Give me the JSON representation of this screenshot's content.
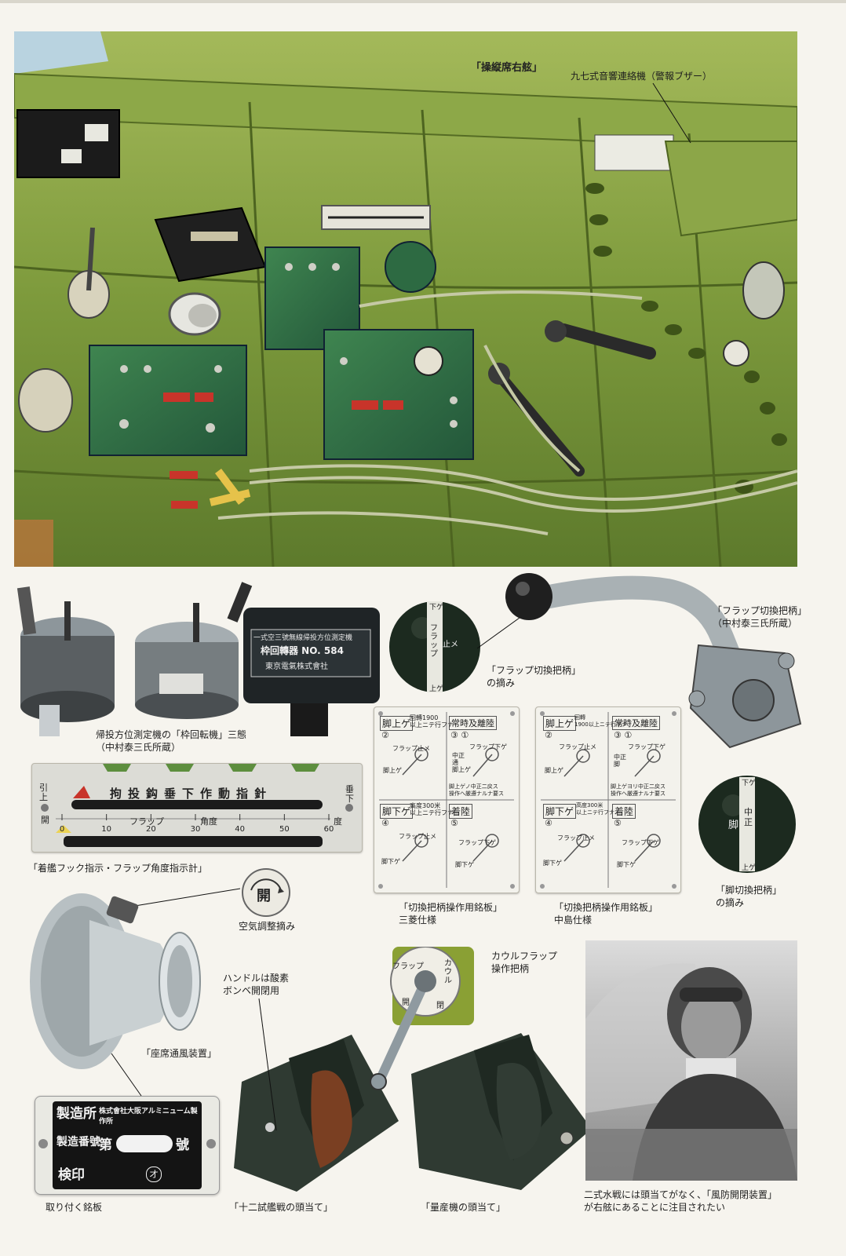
{
  "page": {
    "title": "「操縦席右舷」",
    "buzzer_label": "九七式音響連絡機（警報ブザー）"
  },
  "captions": {
    "rotator": "帰投方位測定機の「枠回転機」三態\n（中村泰三氏所蔵）",
    "rotator_plate_line1": "一式空三號無線帰投方位測定機",
    "rotator_plate_line2": "枠回轉器 NO. 584",
    "rotator_plate_line3": "東京電氣株式會社",
    "flap_knob": "「フラップ切換把柄」\nの摘み",
    "flap_lever": "「フラップ切換把柄」\n（中村泰三氏所蔵）",
    "hook_gauge": "「着艦フック指示・フラップ角度指示計」",
    "mitsubishi_plate": "「切換把柄操作用銘板」\n三菱仕様",
    "nakajima_plate": "「切換把柄操作用銘板」\n中島仕様",
    "leg_knob": "「脚切換把柄」\nの摘み",
    "air_knob": "空気調整摘み",
    "air_knob_char": "開",
    "ventilator": "「座席通風装置」",
    "oxygen_handle": "ハンドルは酸素\nボンベ開閉用",
    "cowl_flap": "カウルフラップ\n操作把柄",
    "maker_plate": "取り付く銘板",
    "headrest_12": "「十二試艦戦の頭当て」",
    "headrest_prod": "「量産機の頭当て」",
    "photo_note": "二式水戦には頭当てがなく、「風防開閉装置」\nが右舷にあることに注目されたい"
  },
  "flap_knob_text": {
    "top": "下ゲ",
    "mid": "フラップ",
    "stop": "止メ",
    "bottom": "上ゲ"
  },
  "leg_knob_text": {
    "top": "下ゲ",
    "mid": "脚",
    "stop": "中正",
    "bottom": "上ゲ"
  },
  "hook_gauge": {
    "left_top": "引上",
    "left_bottom": "開",
    "title": "拘投鈎垂下作動指針",
    "right": "垂下",
    "ticks": [
      "0",
      "10",
      "20",
      "30",
      "40",
      "50",
      "60"
    ],
    "mid_labels": [
      "フラップ",
      "角度"
    ],
    "unit": "度"
  },
  "mitsubishi_plate": {
    "cells": [
      {
        "head": "脚上ゲ",
        "num": "②",
        "note": "回轉1900\n以上ニテ行フナ",
        "a": "フラップ止メ",
        "b": "脚上ゲ"
      },
      {
        "head": "常時及離陸",
        "num": "③ ①",
        "note": "",
        "a": "フラップ下ゲ",
        "b": "中正\n通\n脚上ゲ"
      },
      {
        "head": "脚下ゲ",
        "num": "④",
        "note": "高度300米\n以上ニテ行フナ",
        "a": "フラップ止メ",
        "b": "脚下ゲ"
      },
      {
        "head": "着陸",
        "num": "⑤",
        "note": "",
        "a": "フラップ下ゲ",
        "b": "脚下ゲ"
      }
    ],
    "foot": "脚上ゲノ中正二戻ス\n操作ヘ厳遵ナルナ要ス"
  },
  "nakajima_plate": {
    "cells": [
      {
        "head": "脚上ゲ",
        "num": "②",
        "note": "回轉\n1900以上ニテ行フナ",
        "a": "フラップ止メ",
        "b": "脚上ゲ"
      },
      {
        "head": "常時及離陸",
        "num": "③ ①",
        "note": "",
        "a": "フラップ下ゲ",
        "b": "中正\n脚"
      },
      {
        "head": "脚下ゲ",
        "num": "④",
        "note": "高度300米\n以上ニテ行フナ",
        "a": "フラップ止メ",
        "b": "脚下ゲ"
      },
      {
        "head": "着陸",
        "num": "⑤",
        "note": "",
        "a": "フラップ下ゲ",
        "b": "脚下ゲ"
      }
    ],
    "foot": "脚上ゲヨリ中正二戻ス\n操作ヘ厳遵ナルナ要ス"
  },
  "cowl_dial": {
    "left": "フラップ",
    "right": "カウル",
    "bottom_left": "開",
    "bottom_right": "閉"
  },
  "maker_plate": {
    "r1_label": "製造所",
    "r1_value": "株式會社大阪アルミニューム製作所",
    "r2_label": "製造番號",
    "r2_pre": "第",
    "r2_post": "號",
    "r3_label": "検印",
    "r3_stamp": "オ"
  },
  "colors": {
    "cockpit_green": "#7d9a3c",
    "panel_dark_green": "#2f6a3d",
    "metal_grey": "#8f9aa0",
    "knob_black": "#1c2a1f",
    "leather_brown": "#7a3f22"
  }
}
